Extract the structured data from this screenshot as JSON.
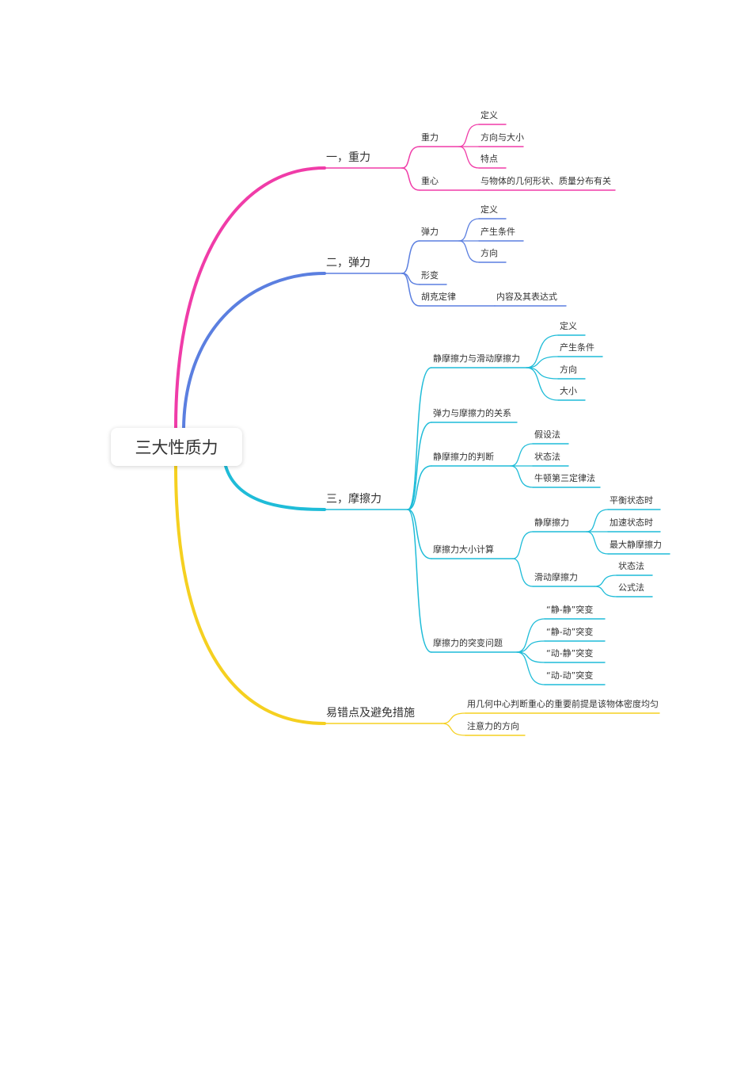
{
  "root": {
    "label": "三大性质力"
  },
  "colors": {
    "gravity": "#f03ca8",
    "elastic": "#5b7fe0",
    "friction": "#1fbcd8",
    "mistakes": "#f5d020"
  },
  "gravity": {
    "label": "一，重力",
    "zhongli": {
      "label": "重力",
      "children": [
        "定义",
        "方向与大小",
        "特点"
      ]
    },
    "zhongxin": {
      "label": "重心",
      "detail": "与物体的几何形状、质量分布有关"
    }
  },
  "elastic": {
    "label": "二，弹力",
    "tanli": {
      "label": "弹力",
      "children": [
        "定义",
        "产生条件",
        "方向"
      ]
    },
    "xingbian": {
      "label": "形变"
    },
    "huke": {
      "label": "胡克定律",
      "detail": "内容及其表达式"
    }
  },
  "friction": {
    "label": "三，摩擦力",
    "static_vs_sliding": {
      "label": "静摩擦力与滑动摩擦力",
      "children": [
        "定义",
        "产生条件",
        "方向",
        "大小"
      ]
    },
    "relation": {
      "label": "弹力与摩擦力的关系"
    },
    "judge": {
      "label": "静摩擦力的判断",
      "children": [
        "假设法",
        "状态法",
        "牛顿第三定律法"
      ]
    },
    "calc": {
      "label": "摩擦力大小计算",
      "static": {
        "label": "静摩擦力",
        "children": [
          "平衡状态时",
          "加速状态时",
          "最大静摩擦力"
        ]
      },
      "sliding": {
        "label": "滑动摩擦力",
        "children": [
          "状态法",
          "公式法"
        ]
      }
    },
    "sudden": {
      "label": "摩擦力的突变问题",
      "children": [
        "“静-静”突变",
        "“静-动”突变",
        "“动-静”突变",
        "“动-动”突变"
      ]
    }
  },
  "mistakes": {
    "label": "易错点及避免措施",
    "children": [
      "用几何中心判断重心的重要前提是该物体密度均匀",
      "注意力的方向"
    ]
  }
}
